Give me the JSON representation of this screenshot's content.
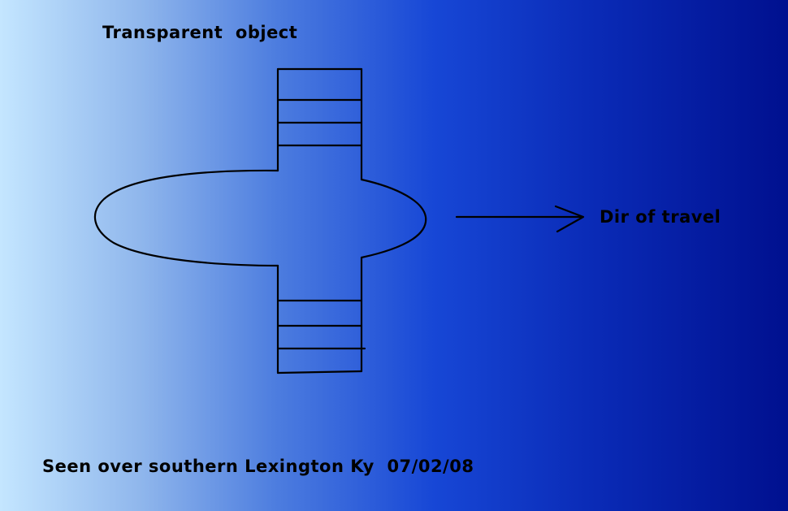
{
  "diagram": {
    "title": "Transparent  object",
    "direction_label": "Dir of travel",
    "caption": "Seen over southern Lexington Ky  07/02/08",
    "colors": {
      "gradient_left": "#c4e6ff",
      "gradient_right": "#00108f",
      "ink": "#000000"
    }
  }
}
